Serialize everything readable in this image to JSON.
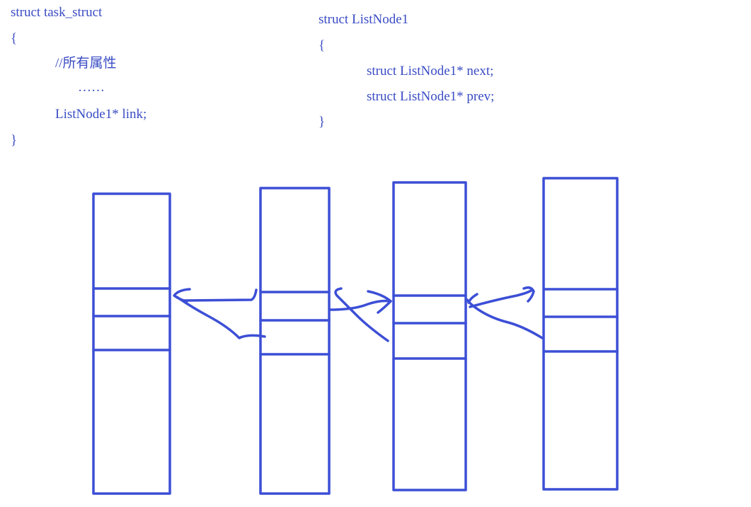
{
  "colors": {
    "text": "#3a4cc4",
    "stroke": "#3c4fd6"
  },
  "left_code": {
    "line1": "struct task_struct",
    "line2": "{",
    "line3": "//所有属性",
    "line4": "……",
    "line5": "ListNode1* link;",
    "line6": "}"
  },
  "right_code": {
    "line1": "struct ListNode1",
    "line2": "{",
    "line3": "struct ListNode1* next;",
    "line4": "struct ListNode1* prev;",
    "line5": "}"
  },
  "diagram": {
    "node_count": 4,
    "description_free": true
  }
}
